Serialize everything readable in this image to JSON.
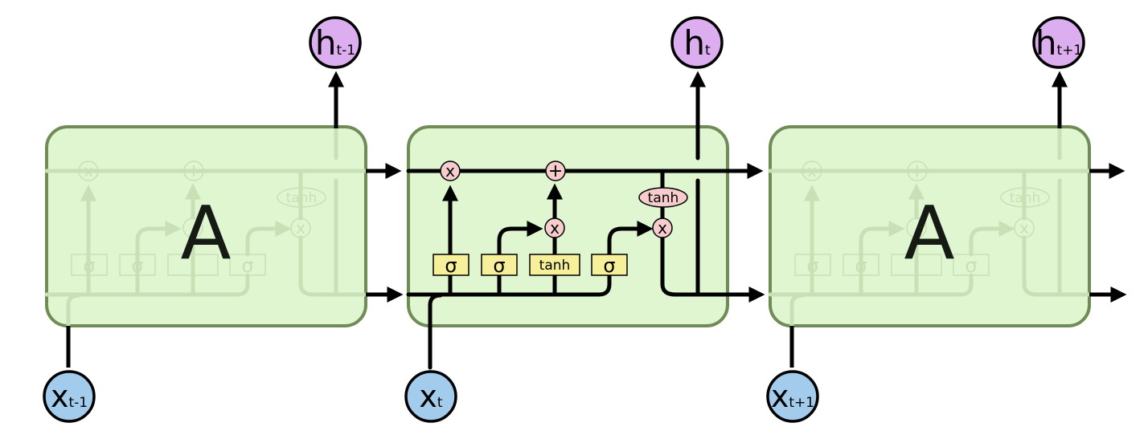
{
  "cells": [
    {
      "label": "A",
      "input": {
        "main": "x",
        "sub": "t-1"
      },
      "output": {
        "main": "h",
        "sub": "t-1"
      },
      "expanded": false
    },
    {
      "label": "",
      "input": {
        "main": "x",
        "sub": "t"
      },
      "output": {
        "main": "h",
        "sub": "t"
      },
      "expanded": true
    },
    {
      "label": "A",
      "input": {
        "main": "x",
        "sub": "t+1"
      },
      "output": {
        "main": "h",
        "sub": "t+1"
      },
      "expanded": false
    }
  ],
  "ops": {
    "multiply": "x",
    "add": "+",
    "tanh": "tanh"
  },
  "layers": [
    "σ",
    "σ",
    "tanh",
    "σ"
  ],
  "colors": {
    "cell_fill": "#e0f6d0",
    "cell_stroke": "#6f8c56",
    "faded": "#c9dfb6",
    "layer_fill": "#f7f09a",
    "op_fill": "#f6cccc",
    "input_fill": "#a3cbec",
    "output_fill": "#dcaef0",
    "line": "#000000"
  }
}
